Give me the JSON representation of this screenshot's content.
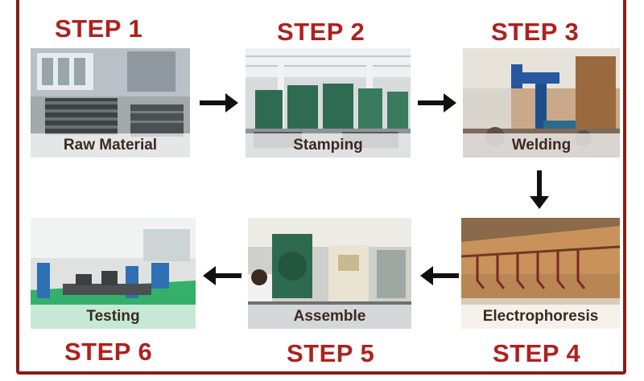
{
  "steps": [
    {
      "number": "STEP 1",
      "label": "Raw Material"
    },
    {
      "number": "STEP 2",
      "label": "Stamping"
    },
    {
      "number": "STEP 3",
      "label": "Welding"
    },
    {
      "number": "STEP 4",
      "label": "Electrophoresis"
    },
    {
      "number": "STEP 5",
      "label": "Assemble"
    },
    {
      "number": "STEP 6",
      "label": "Testing"
    }
  ],
  "arrows": [
    "arrow-right-icon",
    "arrow-right-icon",
    "arrow-down-icon",
    "arrow-left-icon",
    "arrow-left-icon"
  ],
  "colors": {
    "title": "#b0201e",
    "border": "#8b1a1a",
    "arrow": "#111111"
  }
}
